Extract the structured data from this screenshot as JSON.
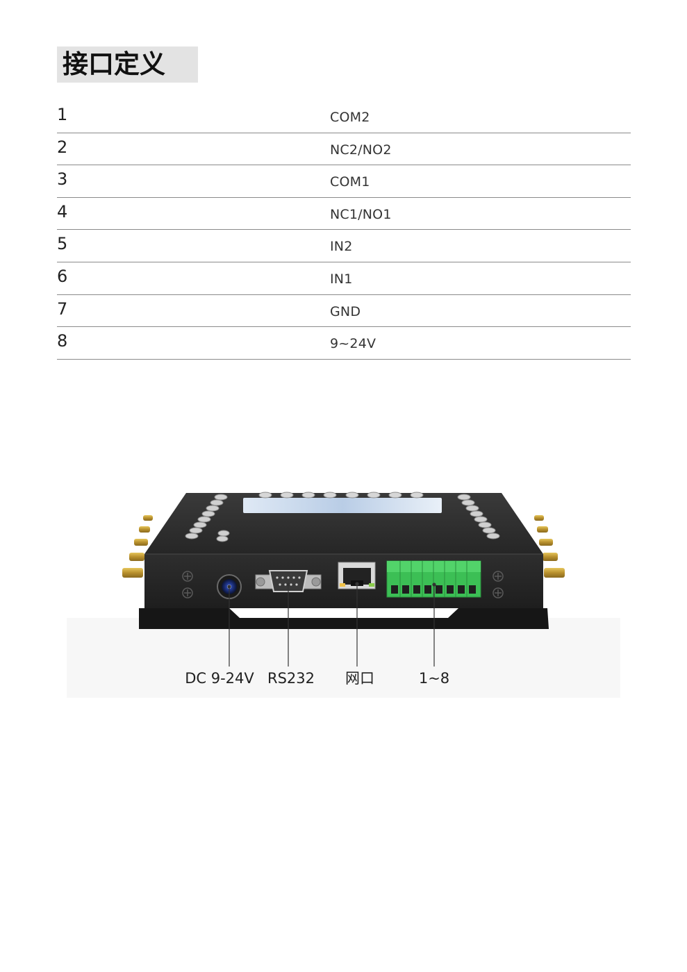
{
  "header": {
    "title": "接口定义"
  },
  "pin_table": {
    "rows": [
      {
        "pin": "1",
        "signal": "COM2"
      },
      {
        "pin": "2",
        "signal": "NC2/NO2"
      },
      {
        "pin": "3",
        "signal": "COM1"
      },
      {
        "pin": "4",
        "signal": "NC1/NO1"
      },
      {
        "pin": "5",
        "signal": "IN2"
      },
      {
        "pin": "6",
        "signal": "IN1"
      },
      {
        "pin": "7",
        "signal": "GND"
      },
      {
        "pin": "8",
        "signal": "9~24V"
      }
    ]
  },
  "device_photo": {
    "callouts": {
      "power": "DC 9-24V",
      "serial": "RS232",
      "network": "网口",
      "terminals": "1~8"
    }
  },
  "colors": {
    "title_background": "#e3e3e3",
    "table_rule": "#8a8a8a",
    "device_body": "#2b2b2b",
    "terminal_block": "#3cbf55",
    "antenna_gold": "#c9a13a"
  }
}
